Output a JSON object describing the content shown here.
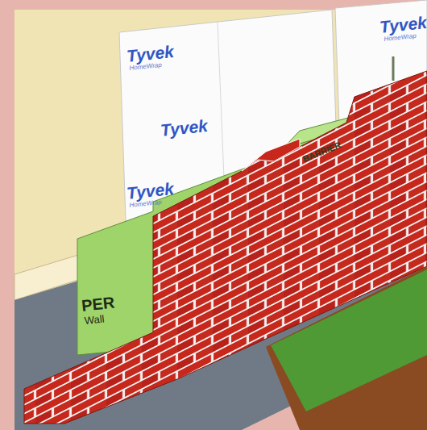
{
  "diagram": {
    "labels": [
      "Tyvek",
      "HomeWrap",
      "Tyvek",
      "Tyvek",
      "HomeWrap",
      "Tyvek",
      "HomeWrap",
      "BARRIER",
      "PER",
      "Wall"
    ]
  }
}
